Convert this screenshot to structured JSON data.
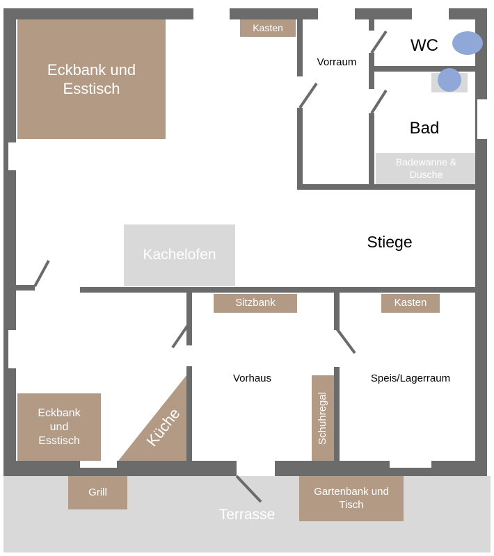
{
  "colors": {
    "wall": "#6b6b6b",
    "furniture": "#b29a85",
    "light_grey": "#d9d9d9",
    "fixture_blue": "#8fa8d8"
  },
  "rooms": {
    "wc": "WC",
    "vorraum": "Vorraum",
    "bad": "Bad",
    "stiege": "Stiege",
    "vorhaus": "Vorhaus",
    "speis": "Speis/Lagerraum",
    "kueche": "Küche",
    "terrasse": "Terrasse"
  },
  "furniture": {
    "eckbank_large": "Eckbank und Esstisch",
    "kasten_top": "Kasten",
    "badewanne": "Badewanne & Dusche",
    "kachelofen": "Kachelofen",
    "sitzbank": "Sitzbank",
    "kasten_right": "Kasten",
    "eckbank_small": "Eckbank und Esstisch",
    "schuhregal": "Schuhregal",
    "grill": "Grill",
    "gartenbank": "Gartenbank und Tisch"
  }
}
